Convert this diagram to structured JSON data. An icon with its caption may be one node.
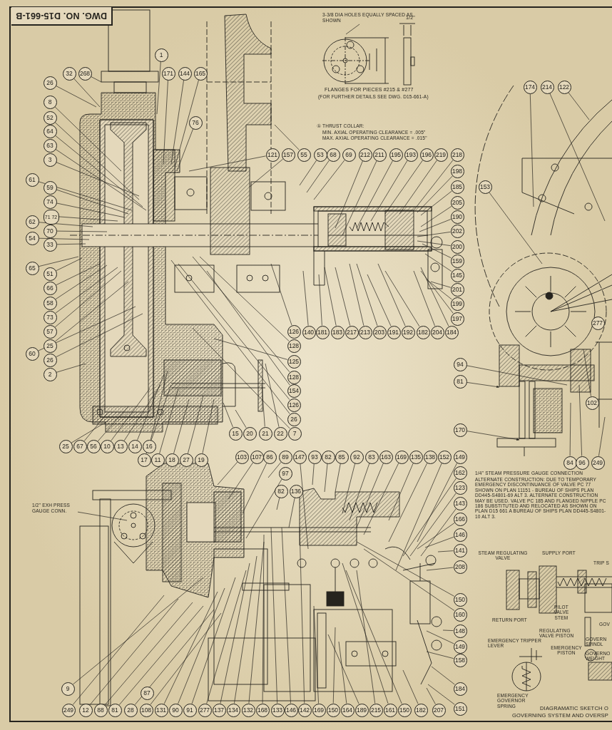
{
  "diagram": {
    "nodes": [
      {
        "text": [
          "3-3/8 DIA HOLES EQUALLY SPACED AS SHOWN"
        ]
      },
      {
        "text": [
          "1/2\" EXH PRESS GAUGE CONN."
        ]
      },
      {
        "text": [
          "1"
        ]
      },
      {
        "text": [
          "32"
        ]
      },
      {
        "text": [
          "268"
        ]
      },
      {
        "text": [
          "171"
        ]
      },
      {
        "text": [
          "144"
        ]
      },
      {
        "text": [
          "165"
        ]
      },
      {
        "text": [
          "76"
        ]
      },
      {
        "text": [
          "26"
        ]
      },
      {
        "text": [
          "8"
        ]
      },
      {
        "text": [
          "52"
        ]
      },
      {
        "text": [
          "64"
        ]
      },
      {
        "text": [
          "63"
        ]
      },
      {
        "text": [
          "3"
        ]
      },
      {
        "text": [
          "61"
        ]
      },
      {
        "text": [
          "59"
        ]
      },
      {
        "text": [
          "74"
        ]
      },
      {
        "text": [
          "71 72"
        ]
      },
      {
        "text": [
          "62"
        ]
      },
      {
        "text": [
          "70"
        ]
      },
      {
        "text": [
          "54"
        ]
      },
      {
        "text": [
          "33"
        ]
      },
      {
        "text": [
          "65"
        ]
      },
      {
        "text": [
          "51"
        ]
      },
      {
        "text": [
          "66"
        ]
      },
      {
        "text": [
          "58"
        ]
      },
      {
        "text": [
          "73"
        ]
      },
      {
        "text": [
          "57"
        ]
      },
      {
        "text": [
          "25"
        ]
      },
      {
        "text": [
          "60"
        ]
      },
      {
        "text": [
          "26"
        ]
      },
      {
        "text": [
          "2"
        ]
      },
      {
        "text": [
          "25"
        ]
      },
      {
        "text": [
          "67"
        ]
      },
      {
        "text": [
          "56"
        ]
      },
      {
        "text": [
          "10"
        ]
      },
      {
        "text": [
          "13"
        ]
      },
      {
        "text": [
          "14"
        ]
      },
      {
        "text": [
          "16"
        ]
      },
      {
        "text": [
          "17"
        ]
      },
      {
        "text": [
          "11"
        ]
      },
      {
        "text": [
          "18"
        ]
      },
      {
        "text": [
          "27"
        ]
      },
      {
        "text": [
          "19"
        ]
      },
      {
        "text": [
          "15"
        ]
      },
      {
        "text": [
          "20"
        ]
      },
      {
        "text": [
          "21"
        ]
      },
      {
        "text": [
          "22"
        ]
      },
      {
        "text": [
          "7"
        ]
      },
      {
        "text": [
          "121"
        ]
      },
      {
        "text": [
          "157"
        ]
      },
      {
        "text": [
          "55"
        ]
      },
      {
        "text": [
          "53"
        ]
      },
      {
        "text": [
          "68"
        ]
      },
      {
        "text": [
          "69"
        ]
      },
      {
        "text": [
          "212"
        ]
      },
      {
        "text": [
          "211"
        ]
      },
      {
        "text": [
          "195"
        ]
      },
      {
        "text": [
          "193"
        ]
      },
      {
        "text": [
          "196"
        ]
      },
      {
        "text": [
          "219"
        ]
      },
      {
        "text": [
          "218"
        ]
      },
      {
        "text": [
          "198"
        ]
      },
      {
        "text": [
          "185"
        ]
      },
      {
        "text": [
          "205"
        ]
      },
      {
        "text": [
          "190"
        ]
      },
      {
        "text": [
          "202"
        ]
      },
      {
        "text": [
          "200"
        ]
      },
      {
        "text": [
          "159"
        ]
      },
      {
        "text": [
          "145"
        ]
      },
      {
        "text": [
          "201"
        ]
      },
      {
        "text": [
          "199"
        ]
      },
      {
        "text": [
          "197"
        ]
      },
      {
        "text": [
          "126"
        ]
      },
      {
        "text": [
          "128"
        ]
      },
      {
        "text": [
          "125"
        ]
      },
      {
        "text": [
          "128"
        ]
      },
      {
        "text": [
          "154"
        ]
      },
      {
        "text": [
          "126"
        ]
      },
      {
        "text": [
          "26"
        ]
      },
      {
        "text": [
          "140"
        ]
      },
      {
        "text": [
          "181"
        ]
      },
      {
        "text": [
          "183"
        ]
      },
      {
        "text": [
          "217"
        ]
      },
      {
        "text": [
          "213"
        ]
      },
      {
        "text": [
          "203"
        ]
      },
      {
        "text": [
          "191"
        ]
      },
      {
        "text": [
          "192"
        ]
      },
      {
        "text": [
          "182"
        ]
      },
      {
        "text": [
          "204"
        ]
      },
      {
        "text": [
          "184"
        ]
      },
      {
        "text": [
          "174"
        ]
      },
      {
        "text": [
          "214"
        ]
      },
      {
        "text": [
          "122"
        ]
      },
      {
        "text": [
          "153"
        ]
      },
      {
        "text": [
          "94"
        ]
      },
      {
        "text": [
          "81"
        ]
      },
      {
        "text": [
          "102"
        ]
      },
      {
        "text": [
          "170"
        ]
      },
      {
        "text": [
          "84"
        ]
      },
      {
        "text": [
          "96"
        ]
      },
      {
        "text": [
          "249"
        ]
      },
      {
        "text": [
          "103"
        ]
      },
      {
        "text": [
          "107"
        ]
      },
      {
        "text": [
          "86"
        ]
      },
      {
        "text": [
          "89"
        ]
      },
      {
        "text": [
          "147"
        ]
      },
      {
        "text": [
          "93"
        ]
      },
      {
        "text": [
          "82"
        ]
      },
      {
        "text": [
          "85"
        ]
      },
      {
        "text": [
          "92"
        ]
      },
      {
        "text": [
          "83"
        ]
      },
      {
        "text": [
          "163"
        ]
      },
      {
        "text": [
          "169"
        ]
      },
      {
        "text": [
          "135"
        ]
      },
      {
        "text": [
          "138"
        ]
      },
      {
        "text": [
          "152"
        ]
      },
      {
        "text": [
          "149"
        ]
      },
      {
        "text": [
          "97"
        ]
      },
      {
        "text": [
          "82"
        ]
      },
      {
        "text": [
          "136"
        ]
      },
      {
        "text": [
          "162"
        ]
      },
      {
        "text": [
          "123"
        ]
      },
      {
        "text": [
          "143"
        ]
      },
      {
        "text": [
          "166"
        ]
      },
      {
        "text": [
          "146"
        ]
      },
      {
        "text": [
          "141"
        ]
      },
      {
        "text": [
          "208"
        ]
      },
      {
        "text": [
          "150"
        ]
      },
      {
        "text": [
          "160"
        ]
      },
      {
        "text": [
          "148"
        ]
      },
      {
        "text": [
          "149"
        ]
      },
      {
        "text": [
          "158"
        ]
      },
      {
        "text": [
          "184"
        ]
      },
      {
        "text": [
          "151"
        ]
      },
      {
        "text": [
          "9"
        ]
      },
      {
        "text": [
          "249"
        ]
      },
      {
        "text": [
          "12"
        ]
      },
      {
        "text": [
          "88"
        ]
      },
      {
        "text": [
          "81"
        ]
      },
      {
        "text": [
          "28"
        ]
      },
      {
        "text": [
          "108"
        ]
      },
      {
        "text": [
          "131"
        ]
      },
      {
        "text": [
          "90"
        ]
      },
      {
        "text": [
          "91"
        ]
      },
      {
        "text": [
          "277"
        ]
      },
      {
        "text": [
          "137"
        ]
      },
      {
        "text": [
          "134"
        ]
      },
      {
        "text": [
          "132"
        ]
      },
      {
        "text": [
          "168"
        ]
      },
      {
        "text": [
          "133"
        ]
      },
      {
        "text": [
          "146"
        ]
      },
      {
        "text": [
          "142"
        ]
      },
      {
        "text": [
          "169"
        ]
      },
      {
        "text": [
          "150"
        ]
      },
      {
        "text": [
          "164"
        ]
      },
      {
        "text": [
          "189"
        ]
      },
      {
        "text": [
          "215"
        ]
      },
      {
        "text": [
          "161"
        ]
      },
      {
        "text": [
          "150"
        ]
      },
      {
        "text": [
          "182"
        ]
      },
      {
        "text": [
          "207"
        ]
      },
      {
        "text": [
          "277"
        ]
      },
      {
        "text": [
          "87"
        ]
      }
    ],
    "edges": [
      {
        "from": 0,
        "to": null,
        "arrow": "none"
      },
      {
        "from": 1,
        "to": null,
        "arrow": "none"
      },
      {
        "from": 2,
        "to": null,
        "arrow": "none"
      },
      {
        "from": 3,
        "to": null,
        "arrow": "none"
      },
      {
        "from": 4,
        "to": null,
        "arrow": "none"
      },
      {
        "from": 5,
        "to": null,
        "arrow": "none"
      },
      {
        "from": 6,
        "to": null,
        "arrow": "none"
      },
      {
        "from": 7,
        "to": null,
        "arrow": "none"
      },
      {
        "from": 8,
        "to": null,
        "arrow": "none"
      },
      {
        "from": 9,
        "to": null,
        "arrow": "none"
      },
      {
        "from": 10,
        "to": null,
        "arrow": "none"
      },
      {
        "from": 11,
        "to": null,
        "arrow": "none"
      },
      {
        "from": 12,
        "to": null,
        "arrow": "none"
      },
      {
        "from": 13,
        "to": null,
        "arrow": "none"
      },
      {
        "from": 14,
        "to": null,
        "arrow": "none"
      },
      {
        "from": 15,
        "to": null,
        "arrow": "none"
      },
      {
        "from": 16,
        "to": null,
        "arrow": "none"
      },
      {
        "from": 17,
        "to": null,
        "arrow": "none"
      },
      {
        "from": 18,
        "to": null,
        "arrow": "none"
      },
      {
        "from": 19,
        "to": null,
        "arrow": "none"
      },
      {
        "from": 20,
        "to": null,
        "arrow": "none"
      },
      {
        "from": 21,
        "to": null,
        "arrow": "none"
      },
      {
        "from": 22,
        "to": null,
        "arrow": "none"
      },
      {
        "from": 23,
        "to": null,
        "arrow": "none"
      },
      {
        "from": 24,
        "to": null,
        "arrow": "none"
      },
      {
        "from": 25,
        "to": null,
        "arrow": "none"
      },
      {
        "from": 26,
        "to": null,
        "arrow": "none"
      },
      {
        "from": 27,
        "to": null,
        "arrow": "none"
      },
      {
        "from": 28,
        "to": null,
        "arrow": "none"
      },
      {
        "from": 29,
        "to": null,
        "arrow": "none"
      },
      {
        "from": 30,
        "to": null,
        "arrow": "none"
      },
      {
        "from": 31,
        "to": null,
        "arrow": "none"
      },
      {
        "from": 32,
        "to": null,
        "arrow": "none"
      },
      {
        "from": 33,
        "to": null,
        "arrow": "none"
      },
      {
        "from": 34,
        "to": null,
        "arrow": "none"
      },
      {
        "from": 35,
        "to": null,
        "arrow": "none"
      },
      {
        "from": 36,
        "to": null,
        "arrow": "none"
      },
      {
        "from": 37,
        "to": null,
        "arrow": "none"
      },
      {
        "from": 38,
        "to": null,
        "arrow": "none"
      },
      {
        "from": 39,
        "to": null,
        "arrow": "none"
      },
      {
        "from": 40,
        "to": null,
        "arrow": "none"
      },
      {
        "from": 41,
        "to": null,
        "arrow": "none"
      },
      {
        "from": 42,
        "to": null,
        "arrow": "none"
      },
      {
        "from": 43,
        "to": null,
        "arrow": "none"
      },
      {
        "from": 44,
        "to": null,
        "arrow": "none"
      },
      {
        "from": 45,
        "to": null,
        "arrow": "none"
      },
      {
        "from": 46,
        "to": null,
        "arrow": "none"
      },
      {
        "from": 47,
        "to": null,
        "arrow": "none"
      },
      {
        "from": 48,
        "to": null,
        "arrow": "none"
      },
      {
        "from": 49,
        "to": null,
        "arrow": "none"
      },
      {
        "from": 50,
        "to": null,
        "arrow": "none"
      },
      {
        "from": 51,
        "to": null,
        "arrow": "none"
      },
      {
        "from": 52,
        "to": null,
        "arrow": "none"
      },
      {
        "from": 53,
        "to": null,
        "arrow": "none"
      },
      {
        "from": 54,
        "to": null,
        "arrow": "none"
      },
      {
        "from": 55,
        "to": null,
        "arrow": "none"
      },
      {
        "from": 56,
        "to": null,
        "arrow": "none"
      },
      {
        "from": 57,
        "to": null,
        "arrow": "none"
      },
      {
        "from": 58,
        "to": null,
        "arrow": "none"
      },
      {
        "from": 59,
        "to": null,
        "arrow": "none"
      },
      {
        "from": 60,
        "to": null,
        "arrow": "none"
      },
      {
        "from": 61,
        "to": null,
        "arrow": "none"
      },
      {
        "from": 62,
        "to": null,
        "arrow": "none"
      },
      {
        "from": 63,
        "to": null,
        "arrow": "none"
      },
      {
        "from": 64,
        "to": null,
        "arrow": "none"
      },
      {
        "from": 65,
        "to": null,
        "arrow": "none"
      },
      {
        "from": 66,
        "to": null,
        "arrow": "none"
      },
      {
        "from": 67,
        "to": null,
        "arrow": "none"
      },
      {
        "from": 68,
        "to": null,
        "arrow": "none"
      },
      {
        "from": 69,
        "to": null,
        "arrow": "none"
      },
      {
        "from": 70,
        "to": null,
        "arrow": "none"
      },
      {
        "from": 71,
        "to": null,
        "arrow": "none"
      },
      {
        "from": 72,
        "to": null,
        "arrow": "none"
      },
      {
        "from": 73,
        "to": null,
        "arrow": "none"
      },
      {
        "from": 74,
        "to": null,
        "arrow": "none"
      },
      {
        "from": 75,
        "to": null,
        "arrow": "none"
      },
      {
        "from": 76,
        "to": null,
        "arrow": "none"
      },
      {
        "from": 77,
        "to": null,
        "arrow": "none"
      },
      {
        "from": 78,
        "to": null,
        "arrow": "none"
      },
      {
        "from": 79,
        "to": null,
        "arrow": "none"
      },
      {
        "from": 80,
        "to": null,
        "arrow": "none"
      },
      {
        "from": 81,
        "to": null,
        "arrow": "none"
      },
      {
        "from": 82,
        "to": null,
        "arrow": "none"
      },
      {
        "from": 83,
        "to": null,
        "arrow": "none"
      },
      {
        "from": 84,
        "to": null,
        "arrow": "none"
      },
      {
        "from": 85,
        "to": null,
        "arrow": "none"
      },
      {
        "from": 86,
        "to": null,
        "arrow": "none"
      },
      {
        "from": 87,
        "to": null,
        "arrow": "none"
      },
      {
        "from": 88,
        "to": null,
        "arrow": "none"
      },
      {
        "from": 89,
        "to": null,
        "arrow": "none"
      },
      {
        "from": 90,
        "to": null,
        "arrow": "none"
      },
      {
        "from": 91,
        "to": null,
        "arrow": "none"
      },
      {
        "from": 92,
        "to": null,
        "arrow": "none"
      },
      {
        "from": 93,
        "to": null,
        "arrow": "none"
      },
      {
        "from": 94,
        "to": null,
        "arrow": "none"
      },
      {
        "from": 95,
        "to": null,
        "arrow": "none"
      },
      {
        "from": 96,
        "to": null,
        "arrow": "none"
      },
      {
        "from": 97,
        "to": null,
        "arrow": "to"
      },
      {
        "from": 98,
        "to": null,
        "arrow": "none"
      },
      {
        "from": 99,
        "to": null,
        "arrow": "to"
      },
      {
        "from": 100,
        "to": null,
        "arrow": "none"
      },
      {
        "from": 101,
        "to": null,
        "arrow": "none"
      },
      {
        "from": 102,
        "to": null,
        "arrow": "none"
      },
      {
        "from": 103,
        "to": null,
        "arrow": "none"
      },
      {
        "from": 104,
        "to": null,
        "arrow": "none"
      },
      {
        "from": 105,
        "to": null,
        "arrow": "none"
      },
      {
        "from": 106,
        "to": null,
        "arrow": "none"
      },
      {
        "from": 107,
        "to": null,
        "arrow": "none"
      },
      {
        "from": 108,
        "to": null,
        "arrow": "none"
      },
      {
        "from": 109,
        "to": null,
        "arrow": "none"
      },
      {
        "from": 110,
        "to": null,
        "arrow": "none"
      },
      {
        "from": 111,
        "to": null,
        "arrow": "none"
      },
      {
        "from": 112,
        "to": null,
        "arrow": "none"
      },
      {
        "from": 113,
        "to": null,
        "arrow": "none"
      },
      {
        "from": 114,
        "to": null,
        "arrow": "none"
      },
      {
        "from": 115,
        "to": null,
        "arrow": "none"
      },
      {
        "from": 116,
        "to": null,
        "arrow": "none"
      },
      {
        "from": 117,
        "to": null,
        "arrow": "none"
      },
      {
        "from": 118,
        "to": null,
        "arrow": "none"
      },
      {
        "from": 119,
        "to": null,
        "arrow": "none"
      },
      {
        "from": 120,
        "to": null,
        "arrow": "none"
      },
      {
        "from": 121,
        "to": null,
        "arrow": "none"
      },
      {
        "from": 122,
        "to": null,
        "arrow": "none"
      },
      {
        "from": 123,
        "to": null,
        "arrow": "none"
      },
      {
        "from": 124,
        "to": null,
        "arrow": "none"
      },
      {
        "from": 125,
        "to": null,
        "arrow": "none"
      },
      {
        "from": 126,
        "to": null,
        "arrow": "none"
      },
      {
        "from": 127,
        "to": null,
        "arrow": "none"
      },
      {
        "from": 128,
        "to": null,
        "arrow": "none"
      },
      {
        "from": 129,
        "to": null,
        "arrow": "none"
      },
      {
        "from": 130,
        "to": null,
        "arrow": "none"
      },
      {
        "from": 131,
        "to": null,
        "arrow": "none"
      },
      {
        "from": 132,
        "to": null,
        "arrow": "none"
      },
      {
        "from": 133,
        "to": null,
        "arrow": "none"
      },
      {
        "from": 134,
        "to": null,
        "arrow": "none"
      },
      {
        "from": 135,
        "to": null,
        "arrow": "none"
      },
      {
        "from": 136,
        "to": null,
        "arrow": "none"
      },
      {
        "from": 137,
        "to": null,
        "arrow": "none"
      },
      {
        "from": 138,
        "to": null,
        "arrow": "none"
      },
      {
        "from": 139,
        "to": null,
        "arrow": "none"
      },
      {
        "from": 140,
        "to": null,
        "arrow": "none"
      },
      {
        "from": 141,
        "to": null,
        "arrow": "none"
      },
      {
        "from": 142,
        "to": null,
        "arrow": "none"
      },
      {
        "from": 143,
        "to": null,
        "arrow": "none"
      },
      {
        "from": 144,
        "to": null,
        "arrow": "none"
      },
      {
        "from": 145,
        "to": null,
        "arrow": "none"
      },
      {
        "from": 146,
        "to": null,
        "arrow": "none"
      },
      {
        "from": 147,
        "to": null,
        "arrow": "none"
      },
      {
        "from": 148,
        "to": null,
        "arrow": "none"
      },
      {
        "from": 149,
        "to": null,
        "arrow": "none"
      },
      {
        "from": 150,
        "to": null,
        "arrow": "none"
      },
      {
        "from": 151,
        "to": null,
        "arrow": "none"
      },
      {
        "from": 152,
        "to": null,
        "arrow": "none"
      },
      {
        "from": 153,
        "to": null,
        "arrow": "none"
      },
      {
        "from": 154,
        "to": null,
        "arrow": "none"
      },
      {
        "from": 155,
        "to": null,
        "arrow": "none"
      },
      {
        "from": 156,
        "to": null,
        "arrow": "none"
      },
      {
        "from": 157,
        "to": null,
        "arrow": "none"
      },
      {
        "from": 158,
        "to": null,
        "arrow": "none"
      },
      {
        "from": 159,
        "to": null,
        "arrow": "none"
      },
      {
        "from": 160,
        "to": null,
        "arrow": "none"
      },
      {
        "from": 161,
        "to": null,
        "arrow": "none"
      },
      {
        "from": 162,
        "to": null,
        "arrow": "none"
      }
    ],
    "labels": [
      "DWG. NO. D15-661-B",
      "1/2\"",
      "FLANGES FOR PIECES #215 & #277",
      "(FOR FURTHER DETAILS SEE DWG. D15-661-A)",
      "① THRUST COLLAR:",
      "MIN. AXIAL OPERATING CLEARANCE = .005\"",
      "MAX. AXIAL OPERATING CLEARANCE = .015\"",
      "1/4\" STEAM PRESSURE GAUGE CONNECTION",
      "ALTERNATE CONSTRUCTION: DUE TO TEMPORARY EMERGENCY DISCONTINUANCE OF VALVE PC 77 SHOWN ON PLAN 11151 - BUREAU OF SHIPS PLAN DD445-S4801-69 ALT 3. ALTERNATE CONSTRUCTION MAY BE USED. VALVE PC 185 AND FLANGED NIPPLE PC 186 SUBSTITUTED AND RELOCATED AS SHOWN ON PLAN D15 661 A BUREAU OF SHIPS PLAN DD445-S4801-10 ALT 3.",
      "STEAM REGULATING VALVE",
      "SUPPLY PORT",
      "TRIP S",
      "PILOT VALVE STEM",
      "RETURN PORT",
      "GOV",
      "REGULATING VALVE PISTON",
      "EMERGENCY TRIPPER LEVER",
      "GOVERN SPINDL",
      "EMERGENCY PISTON",
      "GOVERNO WEIGHT",
      "EMERGENCY GOVERNOR SPRING",
      "DIAGRAMATIC SKETCH O",
      "GOVERNING SYSTEM AND OVERSP"
    ]
  }
}
